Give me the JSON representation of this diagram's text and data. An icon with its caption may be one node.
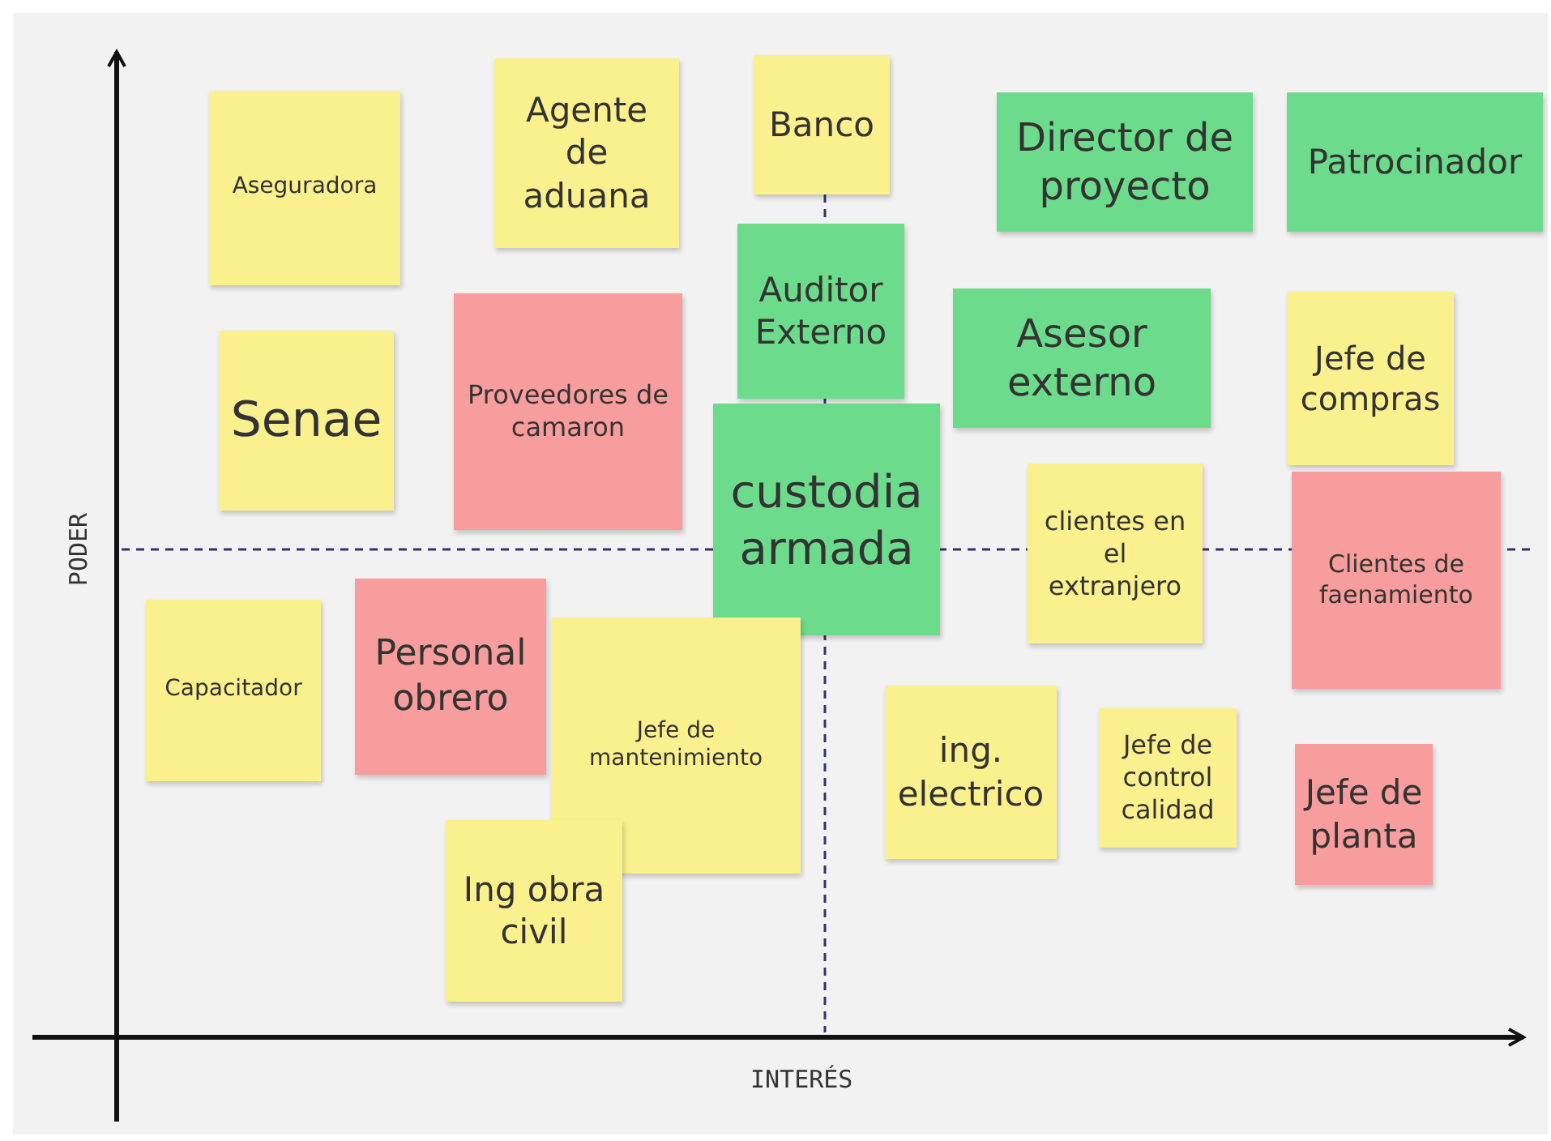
{
  "diagram": {
    "nodes": [
      {
        "text": [
          "Aseguradora"
        ]
      },
      {
        "text": [
          "Agente de aduana"
        ]
      },
      {
        "text": [
          "Banco"
        ]
      },
      {
        "text": [
          "Director de proyecto"
        ]
      },
      {
        "text": [
          "Patrocinador"
        ]
      },
      {
        "text": [
          "Auditor Externo"
        ]
      },
      {
        "text": [
          "Senae"
        ]
      },
      {
        "text": [
          "Proveedores de camaron"
        ]
      },
      {
        "text": [
          "Asesor externo"
        ]
      },
      {
        "text": [
          "Jefe de compras"
        ]
      },
      {
        "text": [
          "custodia armada"
        ]
      },
      {
        "text": [
          "clientes en el extranjero"
        ]
      },
      {
        "text": [
          "Clientes de faenamiento"
        ]
      },
      {
        "text": [
          "Capacitador"
        ]
      },
      {
        "text": [
          "Personal obrero"
        ]
      },
      {
        "text": [
          "Jefe de mantenimiento"
        ]
      },
      {
        "text": [
          "ing. electrico"
        ]
      },
      {
        "text": [
          "Jefe de control calidad"
        ]
      },
      {
        "text": [
          "Jefe de planta"
        ]
      },
      {
        "text": [
          "Ing obra civil"
        ]
      }
    ],
    "edges": [],
    "labels": [
      "PODER",
      "INTERÉS"
    ]
  }
}
